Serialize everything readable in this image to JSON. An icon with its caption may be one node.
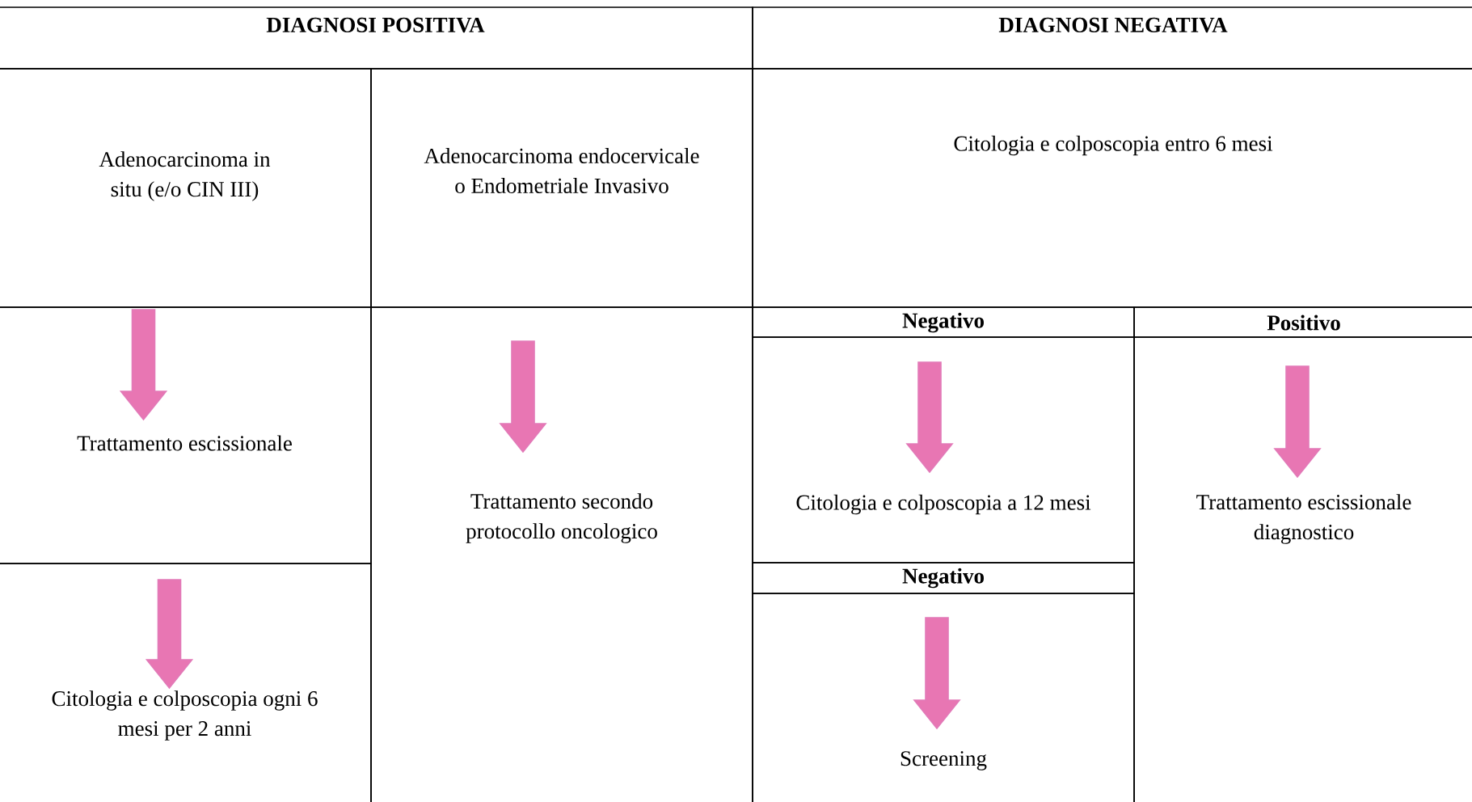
{
  "diagram": {
    "nodes": [
      {
        "text": [
          "DIAGNOSI POSITIVA"
        ]
      },
      {
        "text": [
          "DIAGNOSI NEGATIVA"
        ]
      },
      {
        "text": [
          "Adenocarcinoma in situ (e/o CIN III)"
        ]
      },
      {
        "text": [
          "Adenocarcinoma endocervicale o Endometriale Invasivo"
        ]
      },
      {
        "text": [
          "Citologia e colposcopia entro 6 mesi"
        ]
      },
      {
        "text": [
          "Trattamento escissionale"
        ]
      },
      {
        "text": [
          "Trattamento secondo protocollo oncologico"
        ]
      },
      {
        "text": [
          "Negativo"
        ]
      },
      {
        "text": [
          "Positivo"
        ]
      },
      {
        "text": [
          "Citologia e colposcopia a 12 mesi"
        ]
      },
      {
        "text": [
          "Trattamento escissionale diagnostico"
        ]
      },
      {
        "text": [
          "Citologia e colposcopia ogni 6 mesi per 2 anni"
        ]
      },
      {
        "text": [
          "Negativo"
        ]
      },
      {
        "text": [
          "Screening"
        ]
      }
    ],
    "edges": [
      {
        "from": 2,
        "to": 5,
        "arrow": "to"
      },
      {
        "from": 5,
        "to": 11,
        "arrow": "to"
      },
      {
        "from": 3,
        "to": 6,
        "arrow": "to"
      },
      {
        "from": 7,
        "to": 9,
        "arrow": "to"
      },
      {
        "from": 8,
        "to": 10,
        "arrow": "to"
      },
      {
        "from": 12,
        "to": 13,
        "arrow": "to"
      }
    ]
  }
}
